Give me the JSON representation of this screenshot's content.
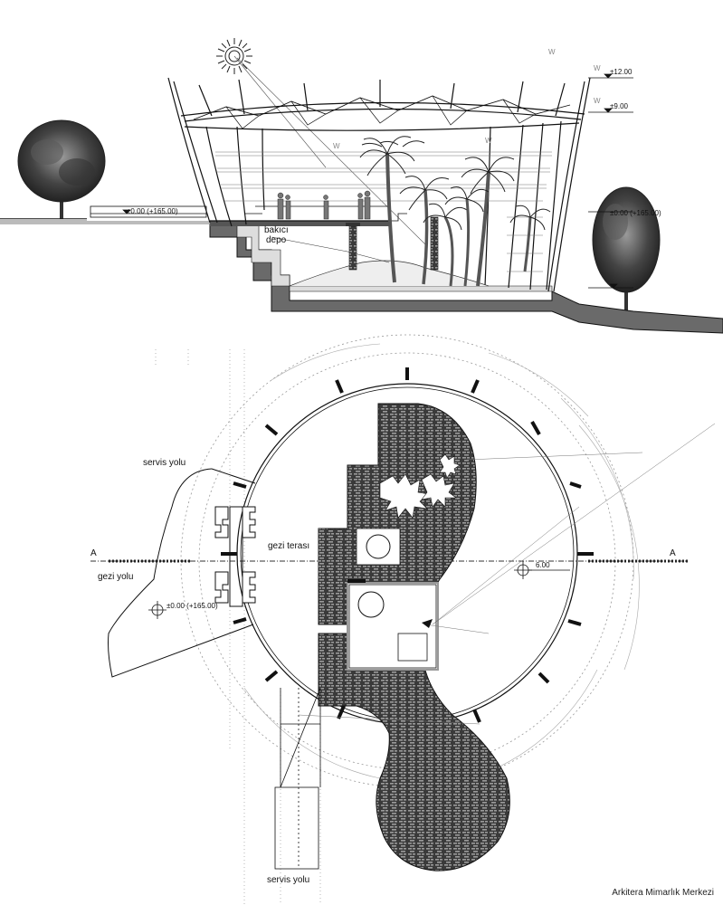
{
  "section": {
    "levels": {
      "top": "±12.00",
      "mid": "±9.00",
      "left_ground": "±0.00 (+165.00)",
      "right_ground": "±0.00 (+165.00)"
    },
    "room_label_1": "bakıcı",
    "room_label_2": "depo",
    "marks": [
      "W",
      "W",
      "W",
      "W",
      "W"
    ]
  },
  "plan": {
    "labels": {
      "service_path_top": "servis yolu",
      "walkway": "gezi yolu",
      "terrace": "gezi terası",
      "service_path_bottom": "servis yolu",
      "level": "±0.00 (+165.00)",
      "dimension": "6.00"
    },
    "section_marks": [
      "A",
      "A"
    ]
  },
  "credit": "Arkitera Mimarlık Merkezi"
}
